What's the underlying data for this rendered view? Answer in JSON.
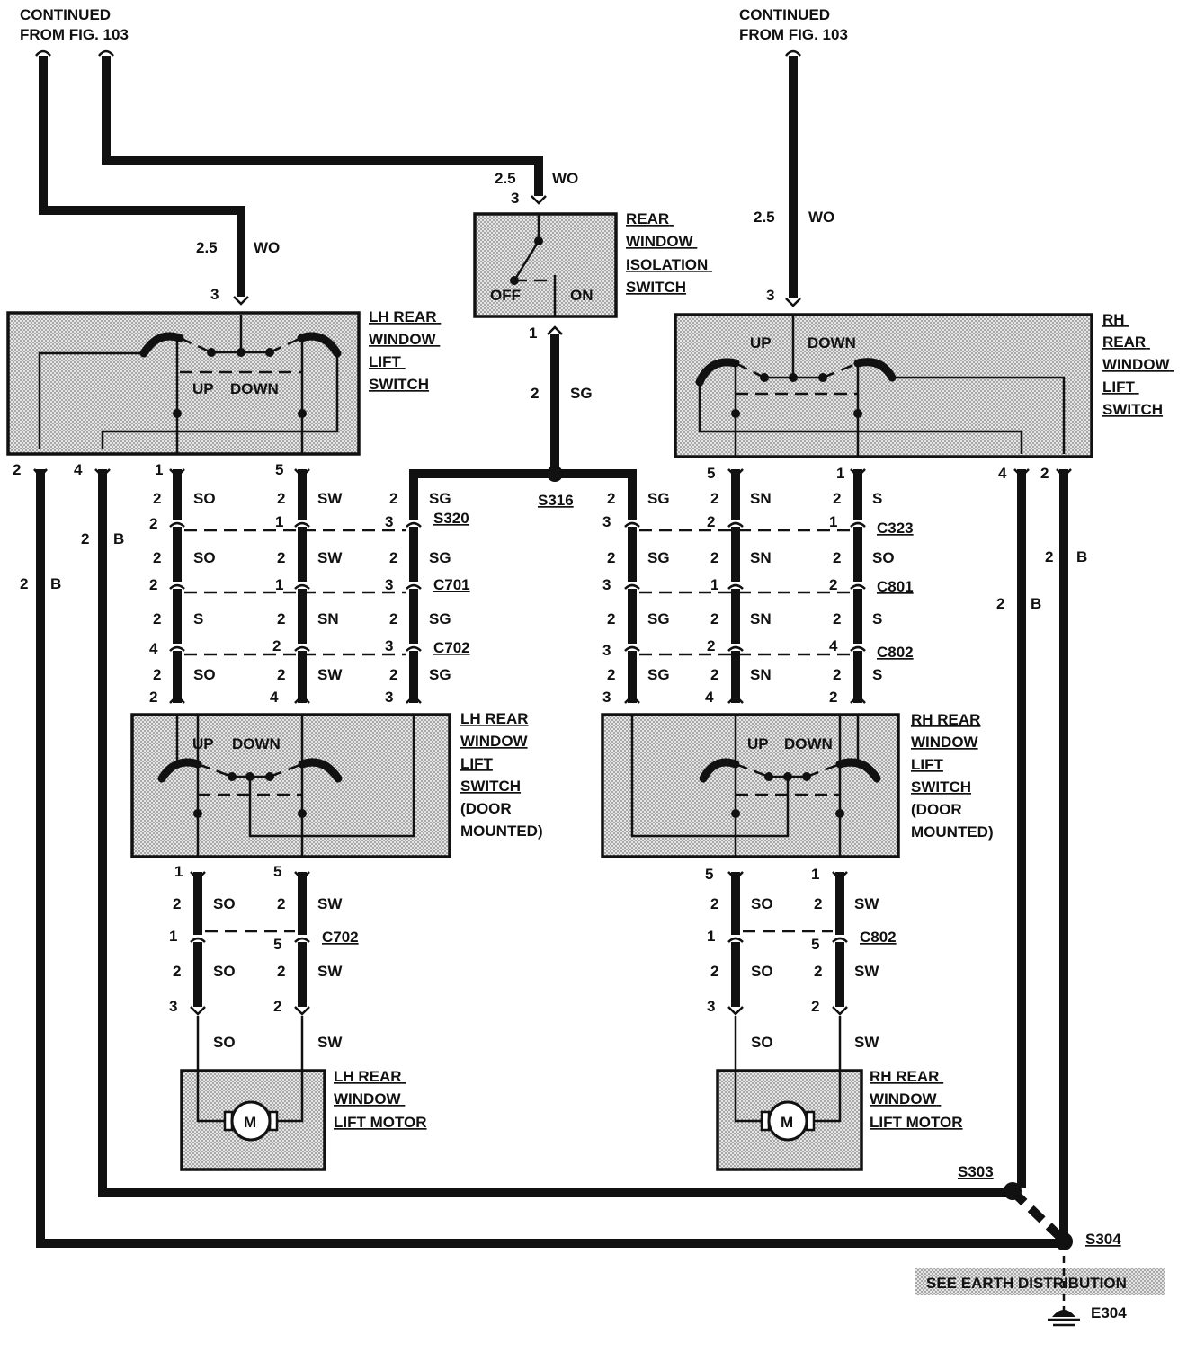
{
  "header": {
    "left_continued": "CONTINUED",
    "left_from": "FROM FIG. 103",
    "right_continued": "CONTINUED",
    "right_from": "FROM FIG. 103"
  },
  "components": {
    "lh_rear_switch": [
      "LH REAR",
      "WINDOW",
      "LIFT",
      "SWITCH"
    ],
    "rear_isolation_switch": [
      "REAR",
      "WINDOW",
      "ISOLATION",
      "SWITCH"
    ],
    "rh_rear_switch": [
      "RH",
      "REAR",
      "WINDOW",
      "LIFT",
      "SWITCH"
    ],
    "lh_door_switch": [
      "LH REAR",
      "WINDOW",
      "LIFT",
      "SWITCH",
      "(DOOR",
      "MOUNTED)"
    ],
    "rh_door_switch": [
      "RH REAR",
      "WINDOW",
      "LIFT",
      "SWITCH",
      "(DOOR",
      "MOUNTED)"
    ],
    "lh_motor": [
      "LH REAR",
      "WINDOW",
      "LIFT MOTOR"
    ],
    "rh_motor": [
      "RH REAR",
      "WINDOW",
      "LIFT MOTOR"
    ],
    "motor_symbol": "M"
  },
  "switch_labels": {
    "up": "UP",
    "down": "DOWN",
    "off": "OFF",
    "on": "ON"
  },
  "connectors": {
    "s316": "S316",
    "s320": "S320",
    "c323": "C323",
    "c701": "C701",
    "c702": "C702",
    "c801": "C801",
    "c802": "C802",
    "s303": "S303",
    "s304": "S304",
    "e304": "E304"
  },
  "earth_note": "SEE EARTH DISTRIBUTION",
  "wires": {
    "wo": "WO",
    "sg": "SG",
    "so": "SO",
    "sw": "SW",
    "sn": "SN",
    "s": "S",
    "b": "B",
    "gauge": "2",
    "gauge_main": "2.5"
  },
  "pins": {
    "p1": "1",
    "p2": "2",
    "p3": "3",
    "p4": "4",
    "p5": "5"
  }
}
